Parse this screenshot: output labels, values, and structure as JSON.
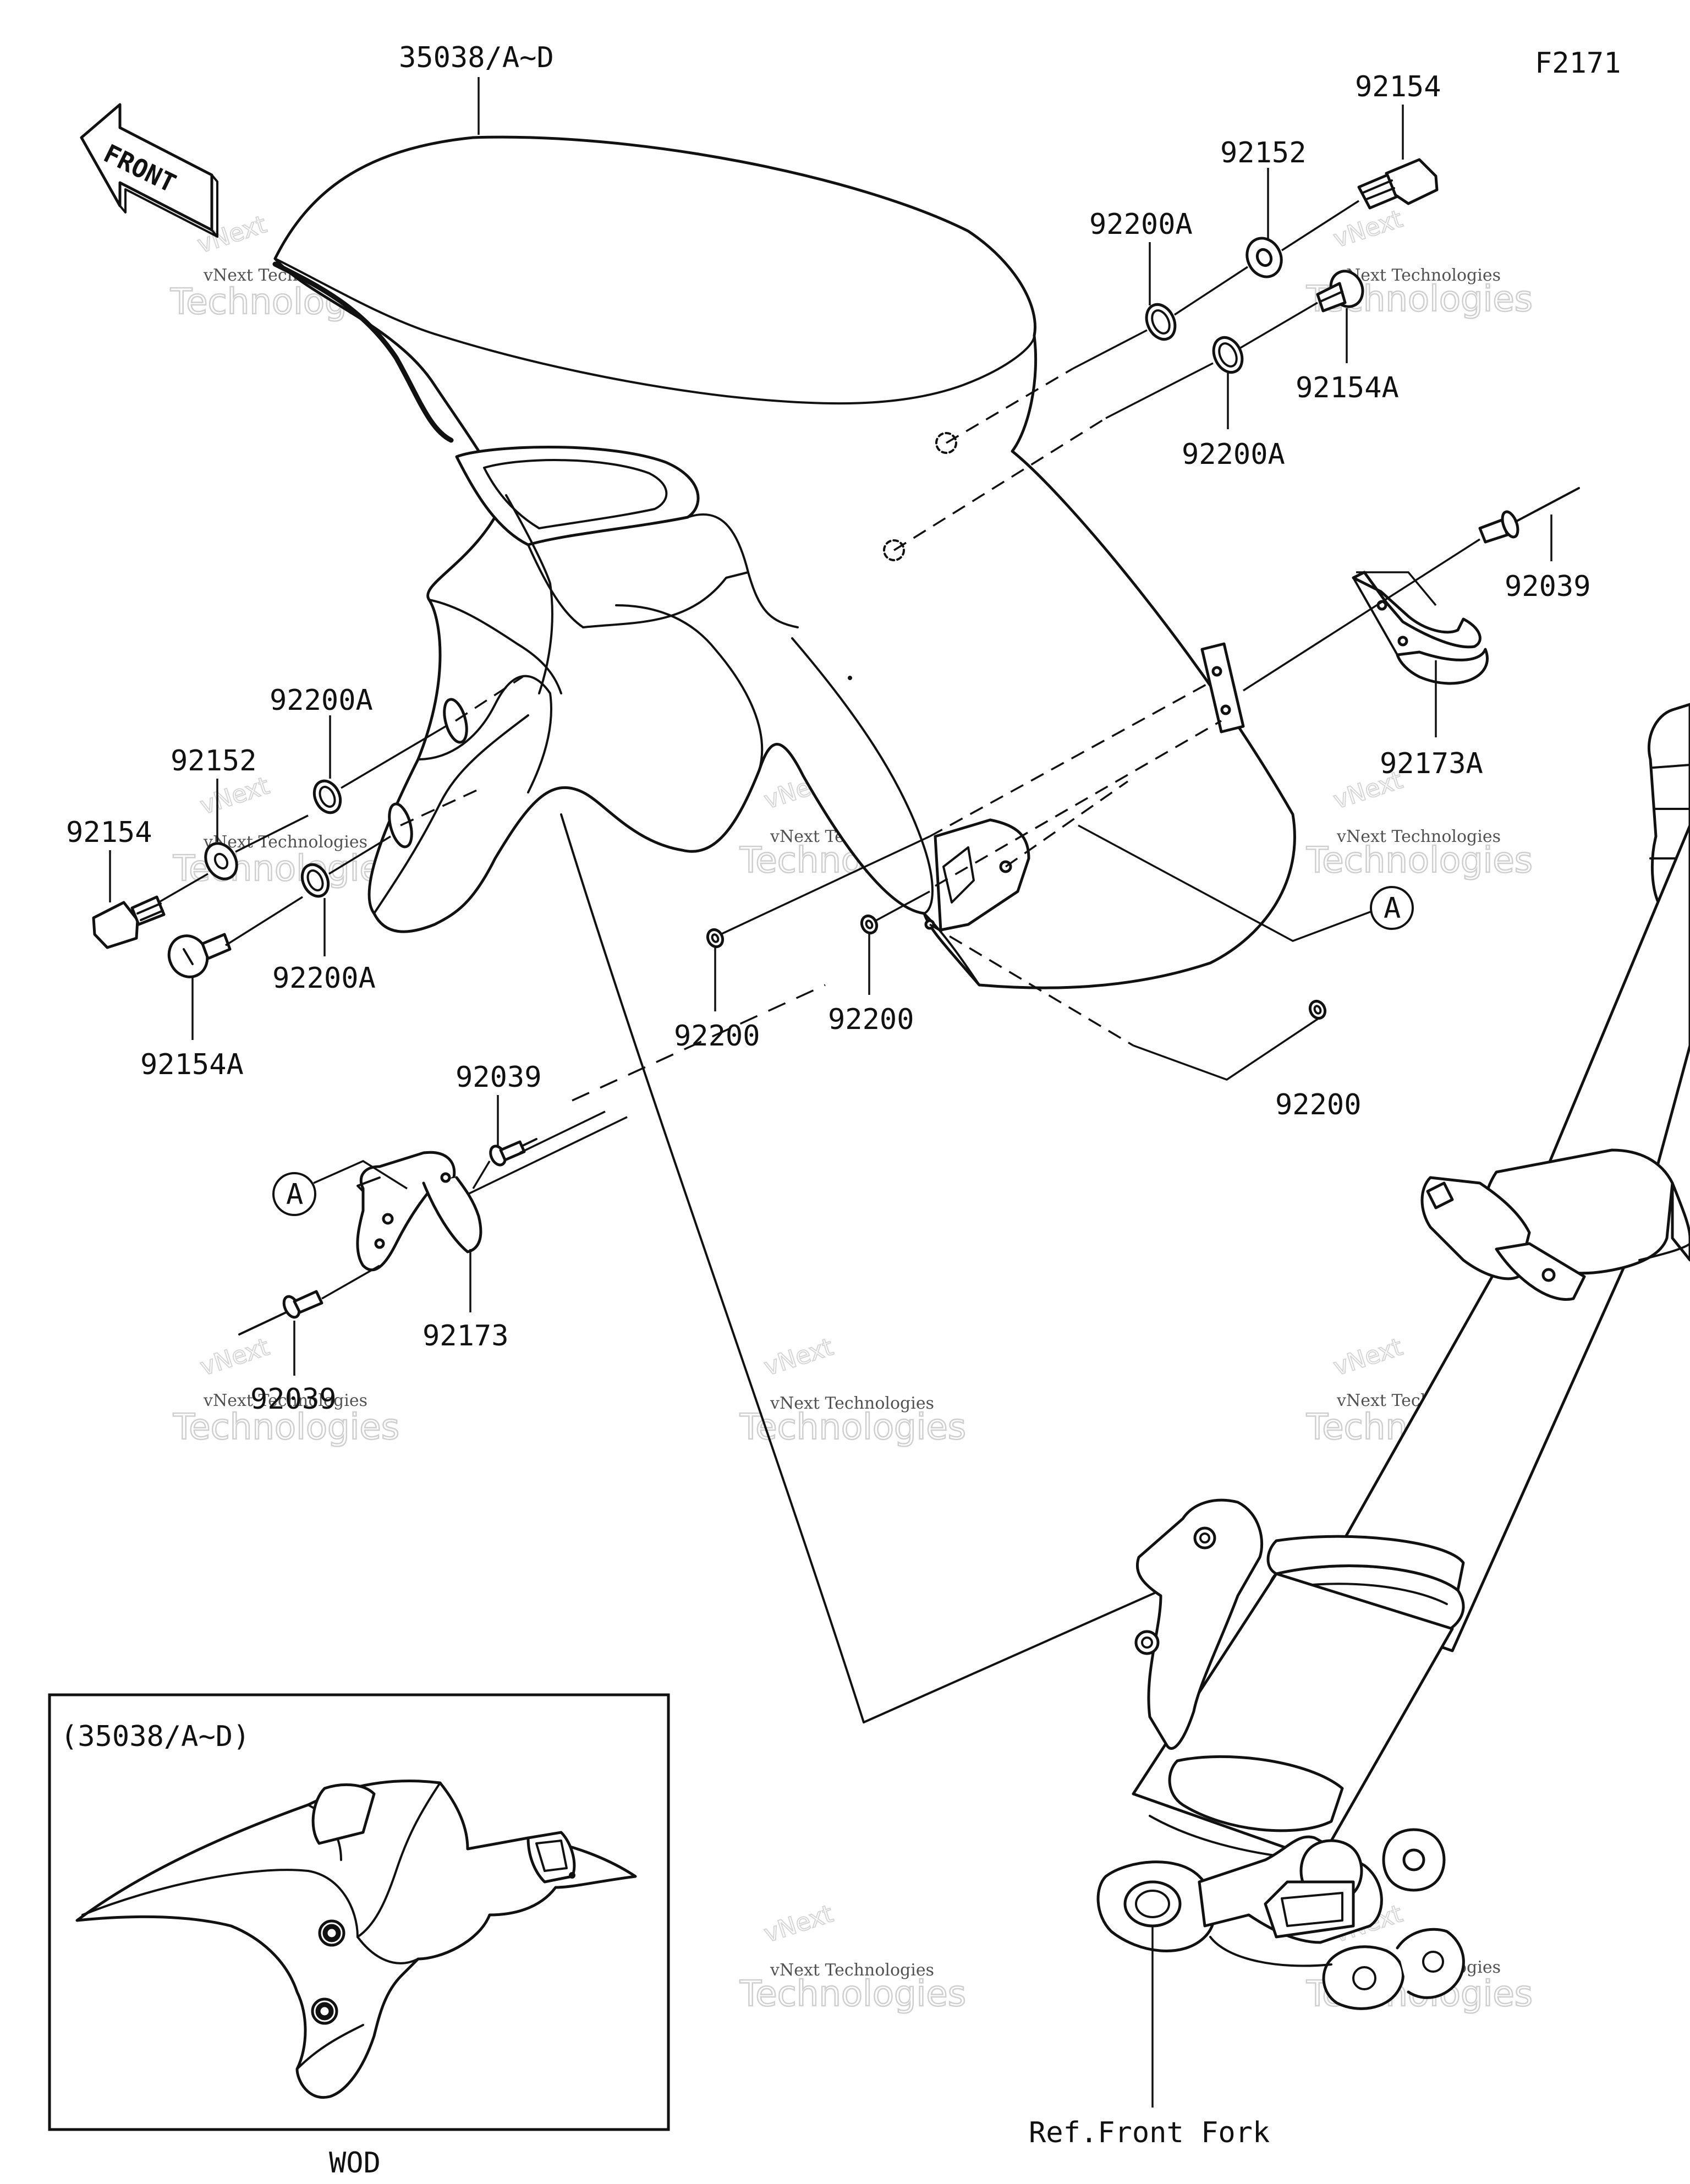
{
  "figure": {
    "code": "F2171",
    "direction_label": "FRONT",
    "inset_caption": "(35038/A~D)",
    "inset_model": "WOD",
    "reference_note": "Ref.Front Fork"
  },
  "callouts": [
    {
      "id": "c35038",
      "text": "35038/A~D"
    },
    {
      "id": "c92154_top",
      "text": "92154"
    },
    {
      "id": "c92152_top",
      "text": "92152"
    },
    {
      "id": "c92200A_top1",
      "text": "92200A"
    },
    {
      "id": "c92154A_top",
      "text": "92154A"
    },
    {
      "id": "c92200A_top2",
      "text": "92200A"
    },
    {
      "id": "c92039_right",
      "text": "92039"
    },
    {
      "id": "c92173A",
      "text": "92173A"
    },
    {
      "id": "cA_right",
      "text": "A"
    },
    {
      "id": "c92200A_left1",
      "text": "92200A"
    },
    {
      "id": "c92152_left",
      "text": "92152"
    },
    {
      "id": "c92154_left",
      "text": "92154"
    },
    {
      "id": "c92200A_left2",
      "text": "92200A"
    },
    {
      "id": "c92154A_left",
      "text": "92154A"
    },
    {
      "id": "c92200_a",
      "text": "92200"
    },
    {
      "id": "c92200_b",
      "text": "92200"
    },
    {
      "id": "c92200_c",
      "text": "92200"
    },
    {
      "id": "c92039_upper",
      "text": "92039"
    },
    {
      "id": "cA_left",
      "text": "A"
    },
    {
      "id": "c92173",
      "text": "92173"
    },
    {
      "id": "c92039_lower",
      "text": "92039"
    }
  ],
  "watermark": {
    "small_text": "vNext Technologies",
    "large_line1": "vNext",
    "large_line2": "Technologies"
  }
}
